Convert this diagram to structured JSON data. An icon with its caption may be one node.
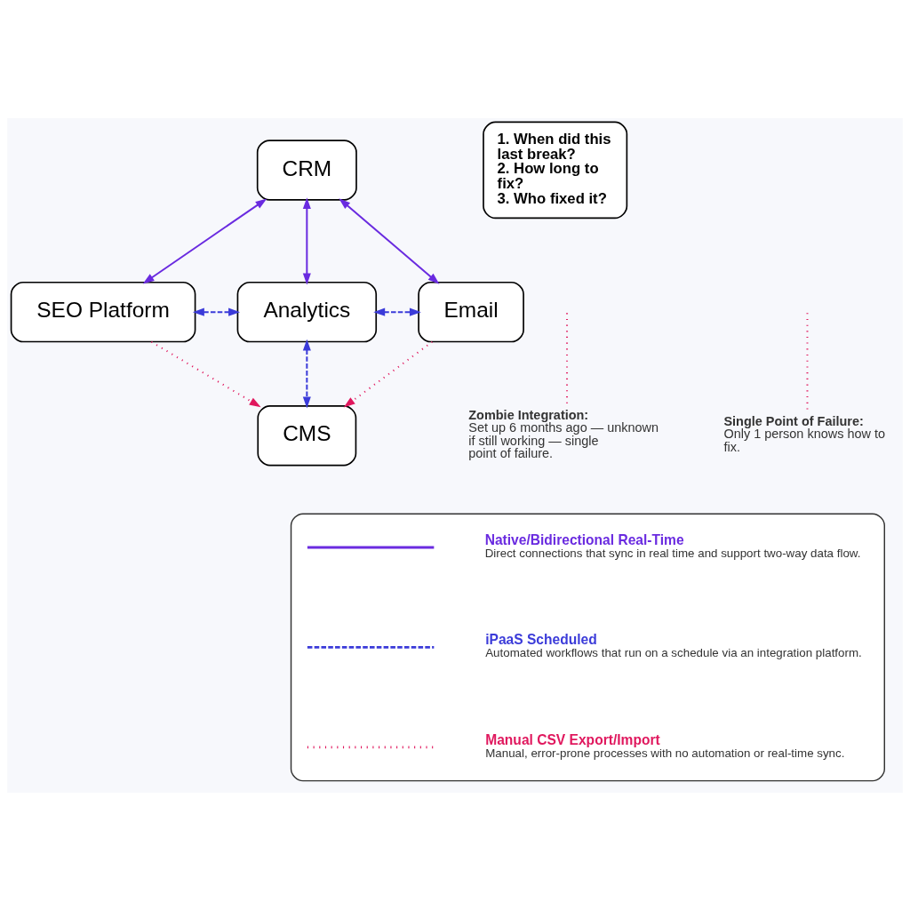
{
  "diagram": {
    "nodes": [
      {
        "text": [
          "CRM"
        ]
      },
      {
        "text": [
          "SEO Platform"
        ]
      },
      {
        "text": [
          "Analytics"
        ]
      },
      {
        "text": [
          "Email"
        ]
      },
      {
        "text": [
          "CMS"
        ]
      },
      {
        "text": [
          "1. When did this last break?",
          "2. How long to fix?",
          "3. Who fixed it?"
        ]
      },
      {
        "text": [
          "Zombie Integration:",
          "Set up 6 months ago — unknown if still working — single point of failure."
        ]
      },
      {
        "text": [
          "Single Point of Failure:",
          "Only 1 person knows how to fix."
        ]
      },
      {
        "text": [],
        "shape": "box"
      }
    ],
    "edges": [
      {
        "from": 0,
        "to": 1,
        "arrow": "both",
        "color": "#6a2be0"
      },
      {
        "from": 0,
        "to": 2,
        "arrow": "both",
        "color": "#6a2be0"
      },
      {
        "from": 0,
        "to": 3,
        "arrow": "both",
        "color": "#6a2be0"
      },
      {
        "from": 1,
        "to": 2,
        "arrow": "both",
        "style": "dashed",
        "color": "#3b3bd9"
      },
      {
        "from": 2,
        "to": 3,
        "arrow": "both",
        "style": "dashed",
        "color": "#3b3bd9"
      },
      {
        "from": 2,
        "to": 4,
        "arrow": "both",
        "style": "dashed",
        "color": "#3b3bd9"
      },
      {
        "from": 1,
        "to": 4,
        "arrow": "to",
        "style": "dashed",
        "color": "#e0185e"
      },
      {
        "from": 3,
        "to": 4,
        "arrow": "to",
        "style": "dashed",
        "color": "#e0185e"
      },
      {
        "from": 6,
        "to": null,
        "arrow": "none",
        "style": "dashed",
        "color": "#e0185e"
      },
      {
        "from": 7,
        "to": null,
        "arrow": "none",
        "style": "dashed",
        "color": "#e0185e"
      }
    ],
    "labels": [
      "Direct connections that sync in real time and support two-way data flow.",
      "Automated workflows that run on a schedule via an integration platform.",
      "Manual, error-prone processes with no automation or real-time sync."
    ],
    "legend": [
      {
        "text": "Native/Bidirectional Real-Time"
      },
      {
        "text": "iPaaS Scheduled"
      },
      {
        "text": "Manual CSV Export/Import"
      }
    ]
  }
}
